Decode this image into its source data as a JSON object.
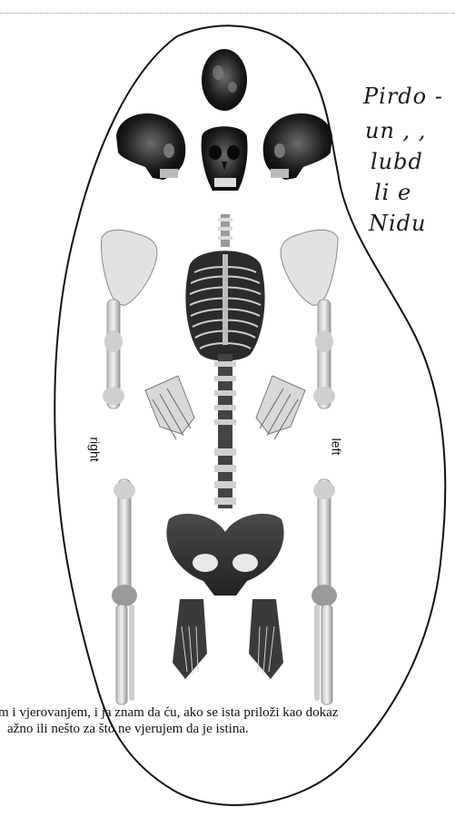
{
  "labels": {
    "right": "right",
    "left": "left"
  },
  "caption": {
    "line1": "m i vjerovanjem, i ja znam da ću, ako se ista priloži kao dokaz",
    "line2": "ažno ili nešto za što ne vjerujem da je istina."
  },
  "handwriting": {
    "lines": [
      "Pirdo -",
      "un , ,",
      "lubd",
      "li e",
      "Nidu"
    ]
  },
  "colors": {
    "ink": "#111111",
    "bone_dark": "#3a3a3a",
    "bone_light": "#d6d6d6",
    "background": "#ffffff"
  }
}
